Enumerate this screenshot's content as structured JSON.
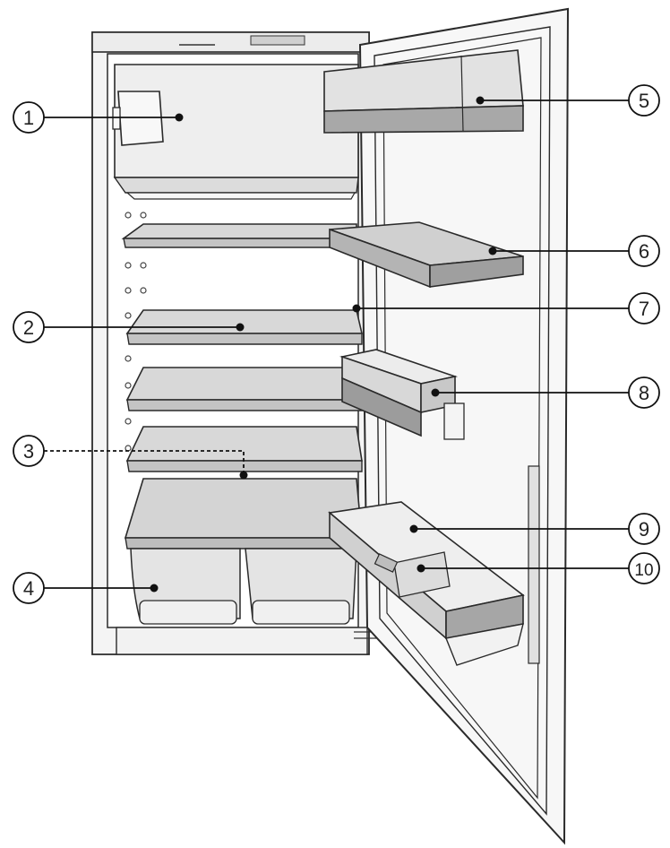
{
  "callouts": [
    {
      "id": "1",
      "label": "1"
    },
    {
      "id": "2",
      "label": "2"
    },
    {
      "id": "3",
      "label": "3"
    },
    {
      "id": "4",
      "label": "4"
    },
    {
      "id": "5",
      "label": "5"
    },
    {
      "id": "6",
      "label": "6"
    },
    {
      "id": "7",
      "label": "7"
    },
    {
      "id": "8",
      "label": "8"
    },
    {
      "id": "9",
      "label": "9"
    },
    {
      "id": "10",
      "label": "10"
    }
  ],
  "colors": {
    "shelf_fill": "#d8d8d8",
    "shelf_edge": "#9a9a9a",
    "line": "#222222"
  }
}
